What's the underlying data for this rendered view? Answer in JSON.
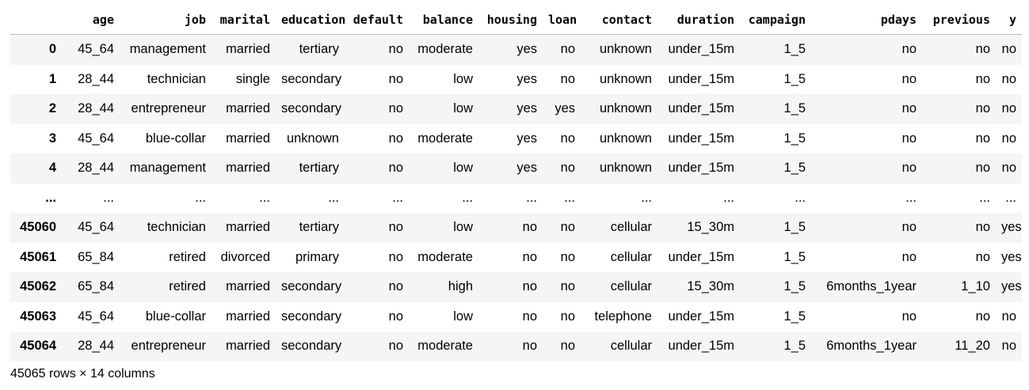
{
  "dataframe": {
    "columns": [
      "age",
      "job",
      "marital",
      "education",
      "default",
      "balance",
      "housing",
      "loan",
      "contact",
      "duration",
      "campaign",
      "pdays",
      "previous",
      "y"
    ],
    "rows": [
      {
        "index": "0",
        "cells": [
          "45_64",
          "management",
          "married",
          "tertiary",
          "no",
          "moderate",
          "yes",
          "no",
          "unknown",
          "under_15m",
          "1_5",
          "no",
          "no",
          "no"
        ]
      },
      {
        "index": "1",
        "cells": [
          "28_44",
          "technician",
          "single",
          "secondary",
          "no",
          "low",
          "yes",
          "no",
          "unknown",
          "under_15m",
          "1_5",
          "no",
          "no",
          "no"
        ]
      },
      {
        "index": "2",
        "cells": [
          "28_44",
          "entrepreneur",
          "married",
          "secondary",
          "no",
          "low",
          "yes",
          "yes",
          "unknown",
          "under_15m",
          "1_5",
          "no",
          "no",
          "no"
        ]
      },
      {
        "index": "3",
        "cells": [
          "45_64",
          "blue-collar",
          "married",
          "unknown",
          "no",
          "moderate",
          "yes",
          "no",
          "unknown",
          "under_15m",
          "1_5",
          "no",
          "no",
          "no"
        ]
      },
      {
        "index": "4",
        "cells": [
          "28_44",
          "management",
          "married",
          "tertiary",
          "no",
          "low",
          "yes",
          "no",
          "unknown",
          "under_15m",
          "1_5",
          "no",
          "no",
          "no"
        ]
      },
      {
        "index": "...",
        "cells": [
          "...",
          "...",
          "...",
          "...",
          "...",
          "...",
          "...",
          "...",
          "...",
          "...",
          "...",
          "...",
          "...",
          "..."
        ]
      },
      {
        "index": "45060",
        "cells": [
          "45_64",
          "technician",
          "married",
          "tertiary",
          "no",
          "low",
          "no",
          "no",
          "cellular",
          "15_30m",
          "1_5",
          "no",
          "no",
          "yes"
        ]
      },
      {
        "index": "45061",
        "cells": [
          "65_84",
          "retired",
          "divorced",
          "primary",
          "no",
          "moderate",
          "no",
          "no",
          "cellular",
          "under_15m",
          "1_5",
          "no",
          "no",
          "yes"
        ]
      },
      {
        "index": "45062",
        "cells": [
          "65_84",
          "retired",
          "married",
          "secondary",
          "no",
          "high",
          "no",
          "no",
          "cellular",
          "15_30m",
          "1_5",
          "6months_1year",
          "1_10",
          "yes"
        ]
      },
      {
        "index": "45063",
        "cells": [
          "45_64",
          "blue-collar",
          "married",
          "secondary",
          "no",
          "low",
          "no",
          "no",
          "telephone",
          "under_15m",
          "1_5",
          "no",
          "no",
          "no"
        ]
      },
      {
        "index": "45064",
        "cells": [
          "28_44",
          "entrepreneur",
          "married",
          "secondary",
          "no",
          "moderate",
          "no",
          "no",
          "cellular",
          "under_15m",
          "1_5",
          "6months_1year",
          "11_20",
          "no"
        ]
      }
    ],
    "shape_text": "45065 rows × 14 columns"
  },
  "colors": {
    "stripe": "#f5f5f5",
    "background": "#ffffff",
    "header_rule": "#bdbdbd",
    "text": "#000000"
  }
}
